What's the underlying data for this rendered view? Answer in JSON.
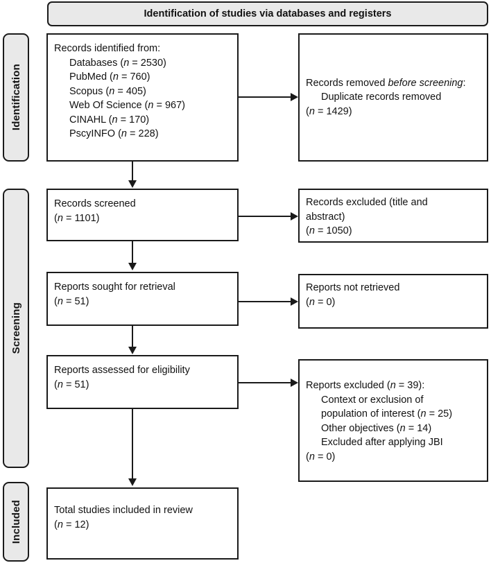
{
  "banner": {
    "title": "Identification of studies via databases and registers"
  },
  "stages": [
    {
      "id": "identification",
      "label": "Identification"
    },
    {
      "id": "screening",
      "label": "Screening"
    },
    {
      "id": "included",
      "label": "Included"
    }
  ],
  "boxes": {
    "records_identified": {
      "heading": "Records identified from:",
      "items": [
        "Databases (n = 2530)",
        "PubMed (n = 760)",
        "Scopus (n = 405)",
        "Web Of Science (n = 967)",
        "CINAHL (n = 170)",
        "PscyINFO (n = 228)"
      ]
    },
    "records_removed": {
      "heading_part1": "Records removed ",
      "heading_italic": "before screening",
      "heading_part2": ":",
      "items": [
        "Duplicate records removed",
        "(n = 1429)"
      ]
    },
    "records_screened": {
      "lines": [
        "Records screened",
        "(n = 1101)"
      ]
    },
    "records_excluded": {
      "lines": [
        "Records excluded (title and",
        "abstract)",
        "(n = 1050)"
      ]
    },
    "reports_sought": {
      "lines": [
        "Reports sought for retrieval",
        "(n = 51)"
      ]
    },
    "reports_not_retrieved": {
      "lines": [
        "Reports not retrieved",
        "(n = 0)"
      ]
    },
    "reports_assessed": {
      "lines": [
        "Reports assessed for eligibility",
        "(n = 51)"
      ]
    },
    "reports_excluded": {
      "heading": "Reports excluded (n = 39):",
      "items": [
        "Context or exclusion of",
        "population of interest (n = 25)",
        "Other objectives (n = 14)",
        "Excluded after applying JBI",
        "(n = 0)"
      ]
    },
    "total_included": {
      "lines": [
        "Total studies included in review",
        "(n = 12)"
      ]
    }
  },
  "flow_data": {
    "type": "prisma-flow",
    "identified_total": 2530,
    "sources": {
      "Databases": 2530,
      "PubMed": 760,
      "Scopus": 405,
      "Web Of Science": 967,
      "CINAHL": 170,
      "PscyINFO": 228
    },
    "duplicates_removed": 1429,
    "screened": 1101,
    "excluded_title_abstract": 1050,
    "sought_for_retrieval": 51,
    "not_retrieved": 0,
    "assessed_for_eligibility": 51,
    "excluded_total": 39,
    "excluded_reasons": {
      "Context or exclusion of population of interest": 25,
      "Other objectives": 14,
      "Excluded after applying JBI": 0
    },
    "included_in_review": 12
  },
  "colors": {
    "stroke": "#1a1a1a",
    "tab_fill": "#e9e9e9",
    "box_fill": "#ffffff",
    "text": "#111111"
  }
}
